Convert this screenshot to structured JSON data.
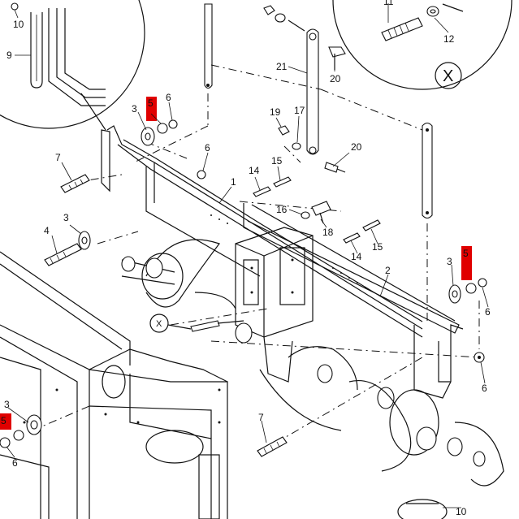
{
  "diagram": {
    "callouts": [
      "10",
      "9",
      "11",
      "12",
      "X",
      "21",
      "20",
      "3",
      "5",
      "6",
      "19",
      "17",
      "7",
      "6",
      "20",
      "1",
      "14",
      "15",
      "16",
      "18",
      "3",
      "4",
      "14",
      "15",
      "2",
      "3",
      "5",
      "6",
      "X",
      "6",
      "3",
      "5",
      "6",
      "7",
      "10"
    ],
    "highlight_color": "#e00000"
  }
}
